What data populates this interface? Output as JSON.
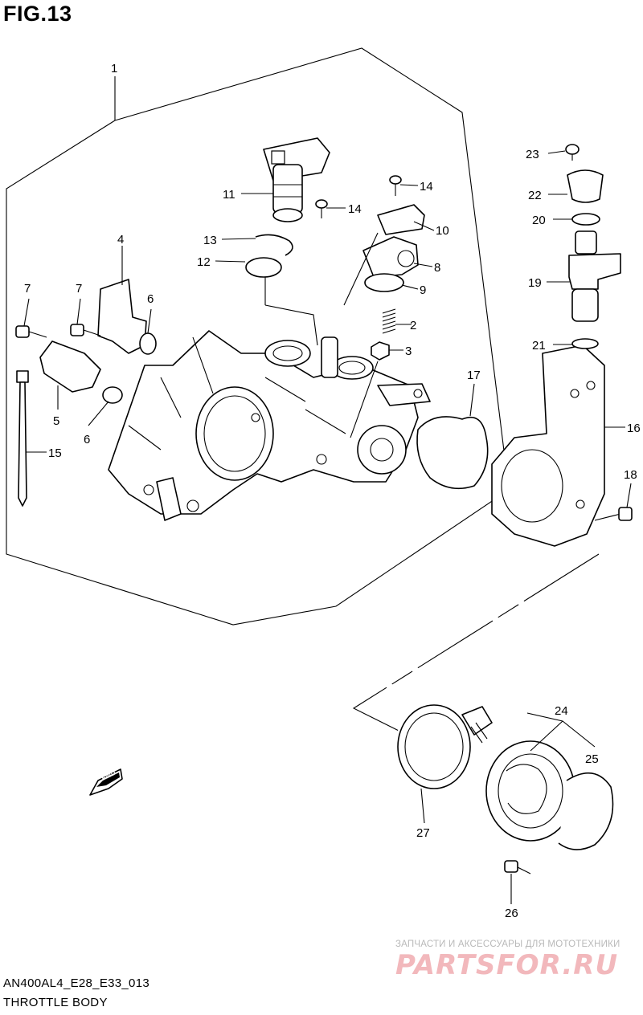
{
  "figure": {
    "title": "FIG.13"
  },
  "callouts": [
    "1",
    "2",
    "3",
    "4",
    "5",
    "6",
    "6",
    "7",
    "7",
    "8",
    "9",
    "10",
    "11",
    "12",
    "13",
    "14",
    "14",
    "15",
    "16",
    "17",
    "18",
    "19",
    "20",
    "21",
    "22",
    "23",
    "24",
    "25",
    "26",
    "27"
  ],
  "fwd_label": "FWD",
  "footer": {
    "code": "AN400AL4_E28_E33_013",
    "name": "THROTTLE BODY"
  },
  "watermark": {
    "tagline": "ЗАПЧАСТИ И АКСЕССУАРЫ ДЛЯ МОТОТЕХНИКИ",
    "brand": "PARTSFOR.RU"
  }
}
